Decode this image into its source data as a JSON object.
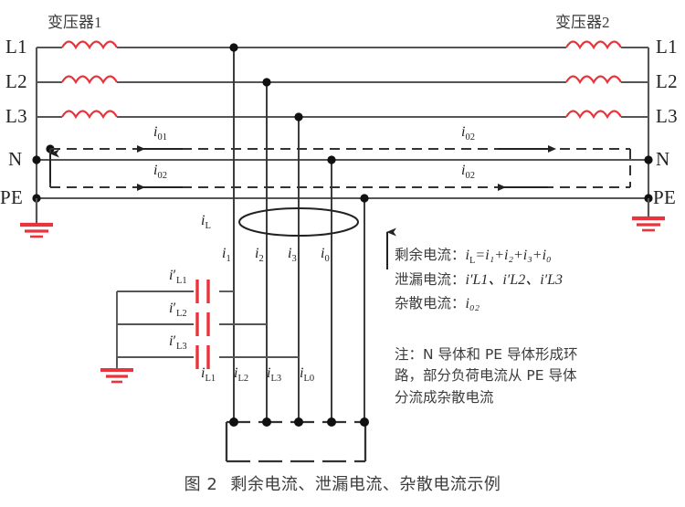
{
  "figure": {
    "caption_number": "图 2",
    "caption_text": "剩余电流、泄漏电流、杂散电流示例"
  },
  "colors": {
    "coil": "#e8343c",
    "capacitor": "#e8343c",
    "ground": "#e8343c",
    "wire": "#555555",
    "text": "#3c3c3c"
  },
  "transformers": [
    {
      "id": "t1",
      "label": "变压器1"
    },
    {
      "id": "t2",
      "label": "变压器2"
    }
  ],
  "bus_labels_left": [
    "L1",
    "L2",
    "L3",
    "N",
    "PE"
  ],
  "bus_labels_right": [
    "L1",
    "L2",
    "L3",
    "N",
    "PE"
  ],
  "current_arrows": [
    {
      "name": "n-left",
      "label": "i",
      "sub": "01",
      "direction": "left"
    },
    {
      "name": "n-right",
      "label": "i",
      "sub": "02",
      "direction": "right"
    },
    {
      "name": "pe-left",
      "label": "i",
      "sub": "02",
      "direction": "left"
    },
    {
      "name": "pe-right",
      "label": "i",
      "sub": "02",
      "direction": "left"
    }
  ],
  "ct": {
    "name": "current-transformer",
    "label": "i",
    "sub": "L"
  },
  "conductor_currents": [
    {
      "label": "i",
      "sub": "1"
    },
    {
      "label": "i",
      "sub": "2"
    },
    {
      "label": "i",
      "sub": "3"
    },
    {
      "label": "i",
      "sub": "0"
    }
  ],
  "leakage_capacitors": [
    {
      "label": "i",
      "prime": "′",
      "sub": "L1"
    },
    {
      "label": "i",
      "prime": "′",
      "sub": "L2"
    },
    {
      "label": "i",
      "prime": "′",
      "sub": "L3"
    }
  ],
  "load_currents": [
    {
      "label": "i",
      "sub": "L1"
    },
    {
      "label": "i",
      "sub": "L2"
    },
    {
      "label": "i",
      "sub": "L3"
    },
    {
      "label": "i",
      "sub": "L0"
    }
  ],
  "legend": {
    "residual": {
      "name": "剩余电流：",
      "formula_lhs": "i",
      "formula_lhs_sub": "L",
      "formula_rhs": "=i₁+i₂+i₃+i₀"
    },
    "leakage": {
      "name": "泄漏电流：",
      "value": "i′L1、i′L2、i′L3"
    },
    "stray": {
      "name": "杂散电流：",
      "value": "i₀₂"
    }
  },
  "note": {
    "line1": "注：N 导体和 PE 导体形成环",
    "line2": "路，部分负荷电流从 PE 导体",
    "line3": "分流成杂散电流"
  }
}
